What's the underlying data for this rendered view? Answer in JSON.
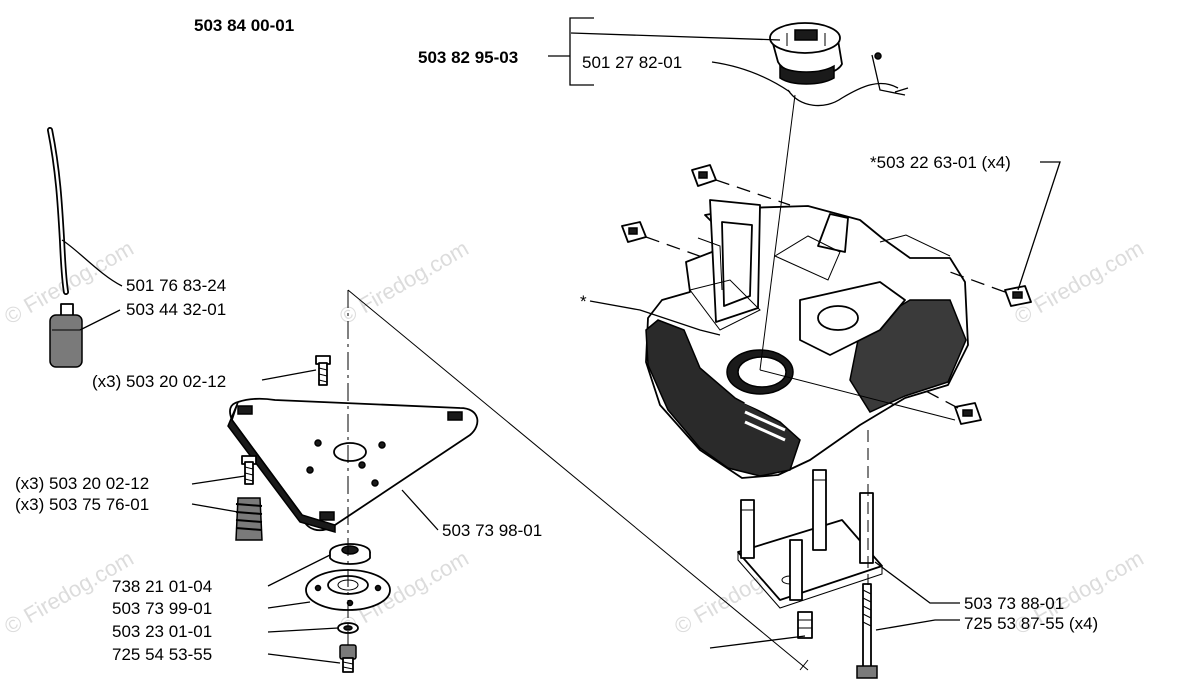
{
  "diagram": {
    "assembly_number": "503 84 00-01",
    "kit_number": "503 82 95-03",
    "watermark": "© Firedog.com",
    "labels": {
      "fuel_cap": "501 27 82-01",
      "av_buffer_nut": "*503 22 63-01 (x4)",
      "crankcase_star": "*",
      "fuel_hose": "501 76 83-24",
      "fuel_filter": "503 44 32-01",
      "screw_top": "(x3) 503 20 02-12",
      "screw_mid": "(x3) 503 20 02-12",
      "av_spring": "(x3) 503 75 76-01",
      "cover_plate": "503 73 98-01",
      "bushing": "738 21 01-04",
      "clutch_drum_plate": "503 73 99-01",
      "washer": "503 23 01-01",
      "bottom_screw": "725 54 53-55",
      "stud_frame": "503 73 88-01",
      "long_bolt": "725 53 87-55 (x4)"
    }
  }
}
